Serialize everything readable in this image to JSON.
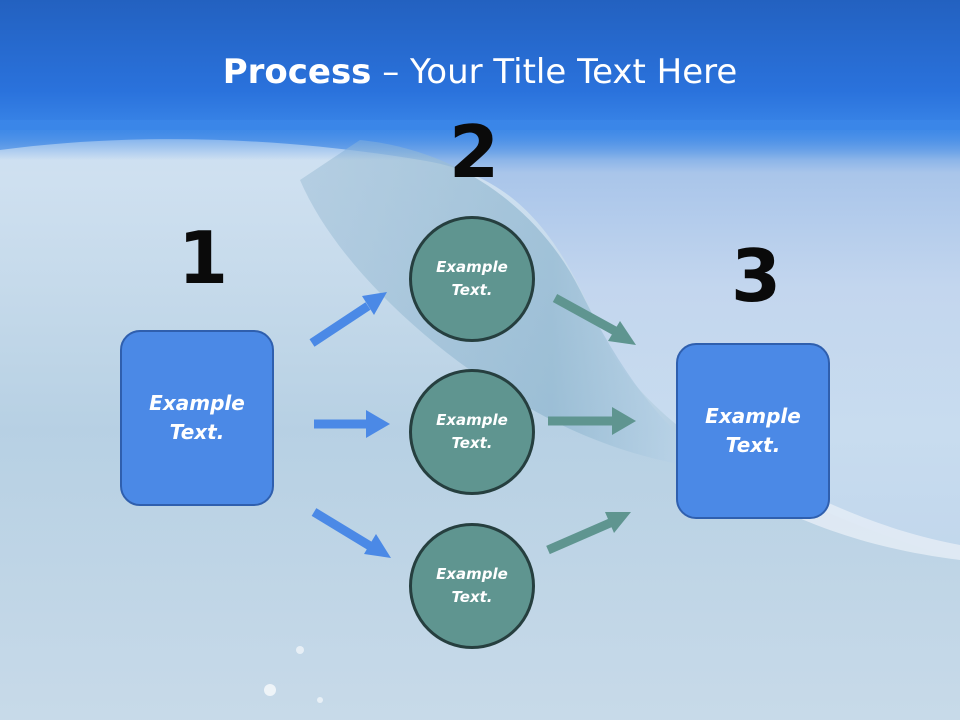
{
  "slide": {
    "title_bold": "Process",
    "title_rest": " – Your Title Text Here"
  },
  "steps": [
    {
      "number": "1",
      "text": "Example Text."
    },
    {
      "number": "2",
      "circles": [
        "Example Text.",
        "Example Text.",
        "Example Text."
      ]
    },
    {
      "number": "3",
      "text": "Example Text."
    }
  ],
  "colors": {
    "header_blue": "#2a72dc",
    "box_blue": "#4b89e6",
    "circle_teal": "#5f9590",
    "arrow_blue": "#4b89e6",
    "arrow_teal": "#5f9590"
  }
}
